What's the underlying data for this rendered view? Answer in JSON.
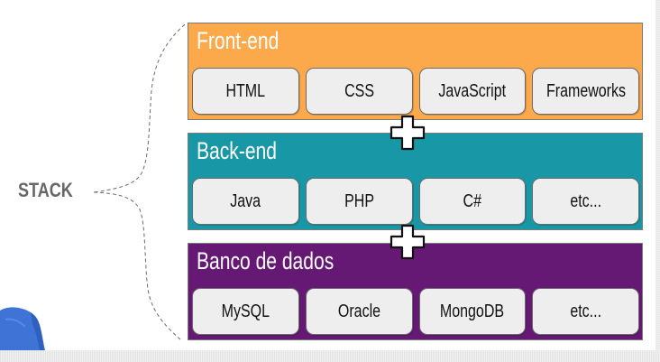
{
  "diagram": {
    "label": "STACK",
    "colors": {
      "front_end": "#fba94b",
      "back_end": "#1897a6",
      "database": "#661875",
      "chip_bg": "#eeeeee",
      "label_text": "#666666"
    },
    "layers": [
      {
        "title": "Front-end",
        "items": [
          "HTML",
          "CSS",
          "JavaScript",
          "Frameworks"
        ]
      },
      {
        "title": "Back-end",
        "items": [
          "Java",
          "PHP",
          "C#",
          "etc..."
        ]
      },
      {
        "title": "Banco de dados",
        "items": [
          "MySQL",
          "Oracle",
          "MongoDB",
          "etc..."
        ]
      }
    ],
    "connectors": [
      "plus-icon",
      "plus-icon"
    ],
    "person_image": "person-in-blue-shirt"
  }
}
